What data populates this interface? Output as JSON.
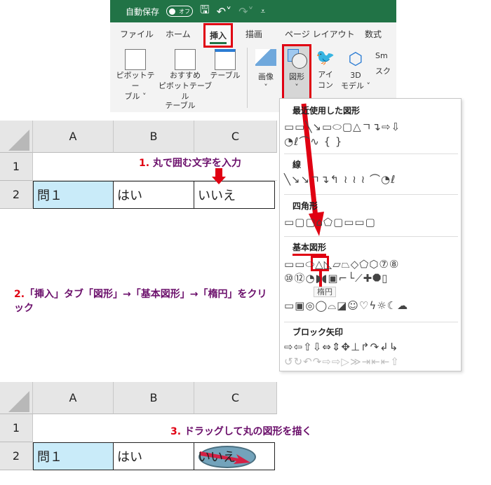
{
  "titlebar": {
    "autosave_label": "自動保存",
    "autosave_state": "オフ"
  },
  "tabs": [
    "ファイル",
    "ホーム",
    "挿入",
    "描画",
    "ページ レイアウト",
    "数式"
  ],
  "ribbon": {
    "pivot": "ピボットテー",
    "pivot2": "ブル ˅",
    "recpivot": "おすすめ",
    "recpivot2": "ピボットテーブル",
    "table": "テーブル",
    "group_table": "テーブル",
    "image": "画像",
    "shapes": "図形",
    "icons": "アイ",
    "icons2": "コン",
    "model": "3D",
    "model2": "モデル ˅",
    "smartart": "Sm",
    "screenshot": "スク"
  },
  "sheet": {
    "cols": [
      "A",
      "B",
      "C"
    ],
    "rows": [
      "1",
      "2"
    ],
    "a2": "問１",
    "b2": "はい",
    "c2": "いいえ"
  },
  "panel": {
    "recent": "最近使用した図形",
    "recent_row1": "▭▭╲↘▭⬭▢△ㄱ↴⇨⇩",
    "recent_row2": "◔ℓ⌒∿ {  }",
    "lines": "線",
    "lines_row": "╲↘↘ㄱ↴↰ ≀ ≀ ≀ ⌒◔ℓ",
    "rects": "四角形",
    "rects_row": "▭▢▢⌂⬠▢▭▭▢",
    "basic": "基本図形",
    "basic_row1": "▭▭⬭△◺▱⏢◇⬠⬡⑦⑧",
    "basic_row2": "⑩⑫◔◗◖▣⌐└⟋✚⯃▯",
    "basic_row3": "▭▣◎◯⌓◪☺♡ϟ☼☾☁",
    "tooltip": "楕円",
    "block": "ブロック矢印",
    "block_row1": "⇨⇦⇧⇩⇔⇕✥⊥↱↷↲↳",
    "block_row2": "↺↻↶↷⇨⇨▷≫⇥⇤⇤⇧"
  },
  "annotations": {
    "step1_num": "1.",
    "step1": " 丸で囲む文字を入力",
    "step2_num": "2.",
    "step2": "「挿入」タブ「図形」→「基本図形」→「楕円」をクリック",
    "step3_num": "3.",
    "step3": " ドラッグして丸の図形を描く"
  },
  "colors": {
    "titlebar": "#217346",
    "highlight": "#e00012",
    "annotation": "#6b0f6b",
    "cell_fill": "#c9ebf9",
    "ellipse": "#6a9db5"
  }
}
